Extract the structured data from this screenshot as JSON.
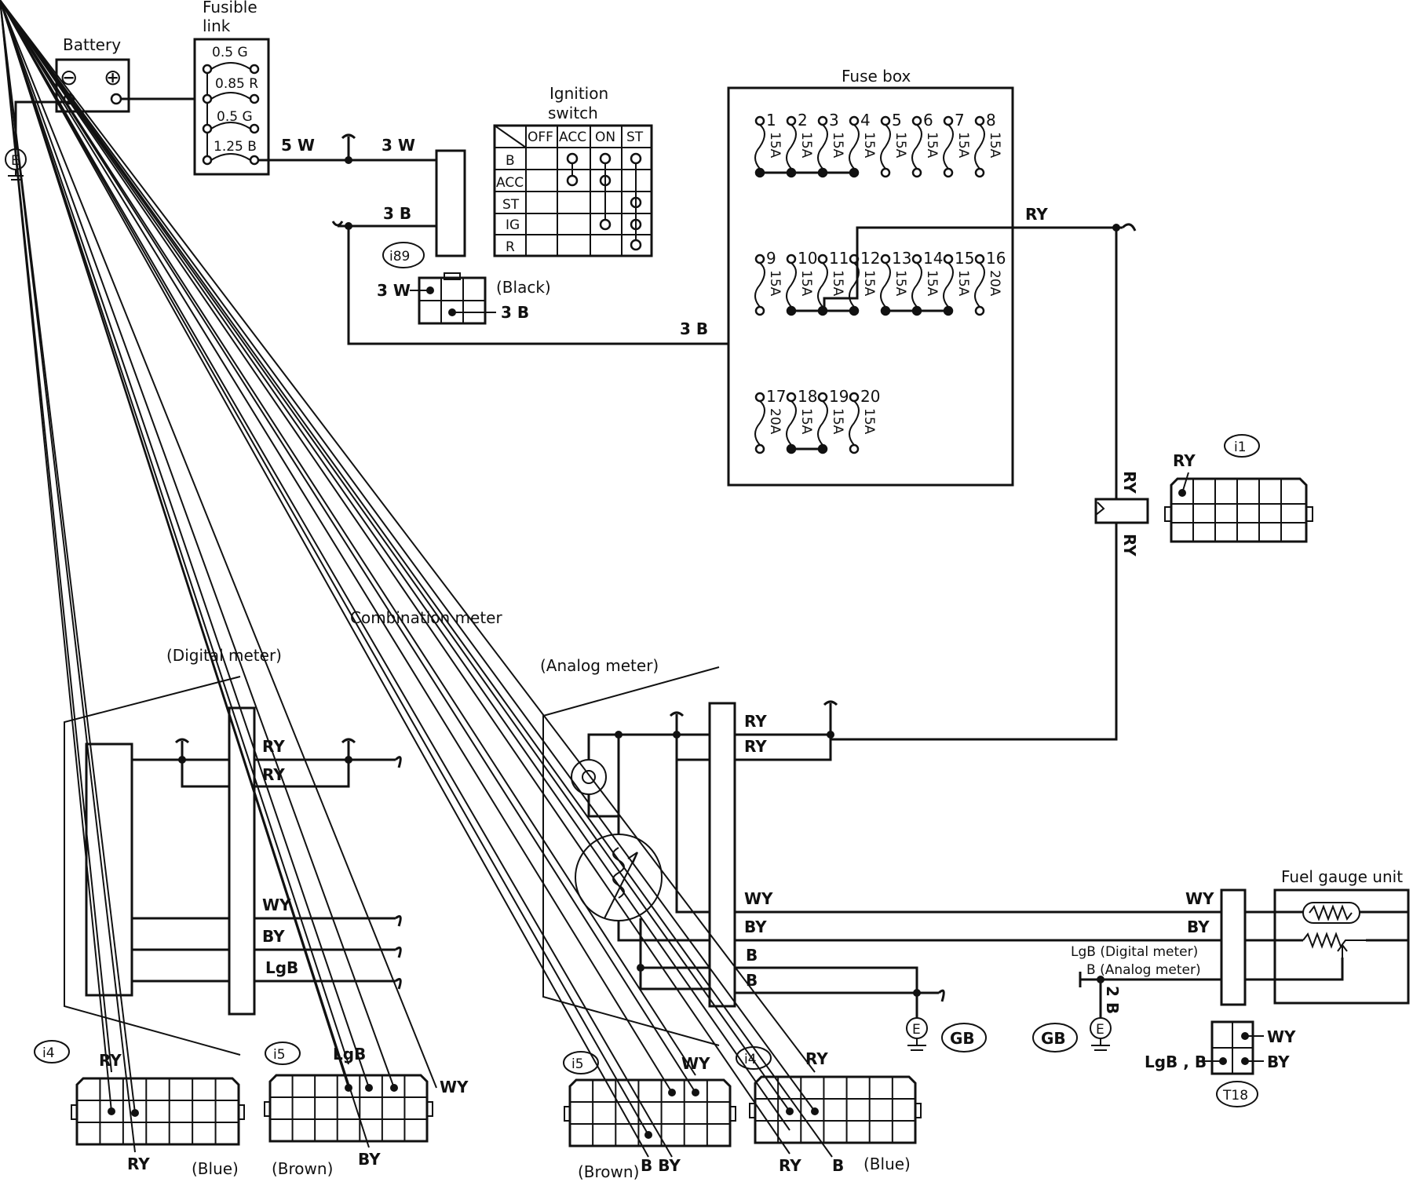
{
  "battery": {
    "title": "Battery",
    "minus": "⊖",
    "plus": "⊕"
  },
  "fusible_link": {
    "title_line1": "Fusible",
    "title_line2": "link",
    "ratings": [
      "0.5 G",
      "0.85 R",
      "0.5  G",
      "1.25 B"
    ]
  },
  "ignition_switch": {
    "title_line1": "Ignition",
    "title_line2": "switch",
    "columns": [
      "OFF",
      "ACC",
      "ON",
      "ST"
    ],
    "rows": [
      "B",
      "ACC",
      "ST",
      "IG",
      "R"
    ],
    "connector": "i89",
    "connector_color": "(Black)"
  },
  "wires": {
    "w5": "5 W",
    "w3a": "3 W",
    "b3a": "3 B",
    "b3b": "3 B",
    "conn_w3": "3 W",
    "conn_b3": "3 B",
    "ry_fuse": "RY",
    "ry_v1": "RY",
    "ry_v2": "RY",
    "ry_i1": "RY"
  },
  "fuse_box": {
    "title": "Fuse box",
    "fuses": [
      {
        "num": "1",
        "amp": "15A"
      },
      {
        "num": "2",
        "amp": "15A"
      },
      {
        "num": "3",
        "amp": "15A"
      },
      {
        "num": "4",
        "amp": "15A"
      },
      {
        "num": "5",
        "amp": "15A"
      },
      {
        "num": "6",
        "amp": "15A"
      },
      {
        "num": "7",
        "amp": "15A"
      },
      {
        "num": "8",
        "amp": "15A"
      },
      {
        "num": "9",
        "amp": "15A"
      },
      {
        "num": "10",
        "amp": "15A"
      },
      {
        "num": "11",
        "amp": "15A"
      },
      {
        "num": "12",
        "amp": "15A"
      },
      {
        "num": "13",
        "amp": "15A"
      },
      {
        "num": "14",
        "amp": "15A"
      },
      {
        "num": "15",
        "amp": "15A"
      },
      {
        "num": "16",
        "amp": "20A"
      },
      {
        "num": "17",
        "amp": "20A"
      },
      {
        "num": "18",
        "amp": "15A"
      },
      {
        "num": "19",
        "amp": "15A"
      },
      {
        "num": "20",
        "amp": "15A"
      }
    ]
  },
  "connector_i1": {
    "id": "i1"
  },
  "combination_meter": {
    "title": "Combination meter"
  },
  "digital_meter": {
    "title": "(Digital meter)",
    "wires": [
      "RY",
      "RY",
      "WY",
      "BY",
      "LgB"
    ]
  },
  "analog_meter": {
    "title": "(Analog meter)",
    "wires": [
      "RY",
      "RY",
      "WY",
      "BY",
      "B",
      "B"
    ]
  },
  "fuel_gauge": {
    "title": "Fuel gauge unit",
    "wy": "WY",
    "by": "BY",
    "lgb_note": "LgB (Digital meter)",
    "b_note": "B (Analog meter)",
    "ground_wire": "2 B",
    "connector": "T18",
    "conn_wy": "WY",
    "conn_by": "BY",
    "conn_lgb": "LgB , B"
  },
  "ground": {
    "symbol": "E",
    "gb1": "GB",
    "gb2": "GB"
  },
  "connectors_bottom": {
    "d_i4": {
      "id": "i4",
      "top": "RY",
      "bottom": "RY",
      "color": "(Blue)"
    },
    "d_i5": {
      "id": "i5",
      "top": "LgB",
      "right": "WY",
      "bottom": "BY",
      "color": "(Brown)"
    },
    "a_i5": {
      "id": "i5",
      "top": "WY",
      "bottom": "B  BY",
      "color": "(Brown)"
    },
    "a_i4": {
      "id": "i4",
      "top": "RY",
      "bottom_left": "RY",
      "bottom_right": "B",
      "color": "(Blue)"
    }
  }
}
